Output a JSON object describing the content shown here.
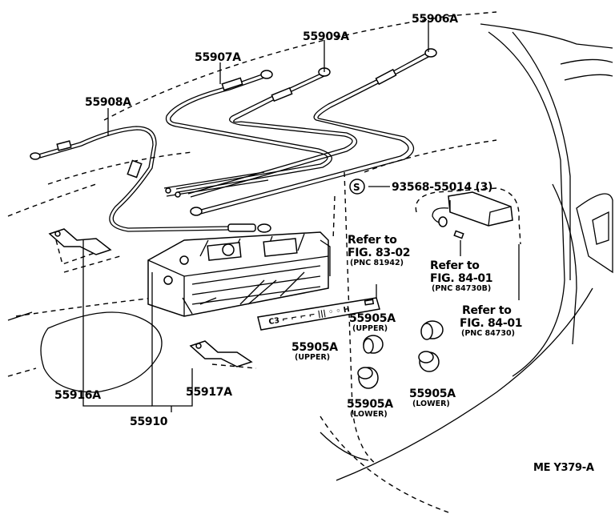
{
  "diagram": {
    "part_labels": {
      "p55906A": "55906A",
      "p55909A": "55909A",
      "p55907A": "55907A",
      "p55908A": "55908A",
      "p93568": "93568-55014 (3)",
      "p55916A": "55916A",
      "p55917A": "55917A",
      "p55910": "55910",
      "p55905A_upper_right": "55905A",
      "p55905A_upper_left": "55905A",
      "p55905A_lower_left": "55905A",
      "p55905A_lower_right": "55905A"
    },
    "qualifiers": {
      "upper_a": "(UPPER)",
      "upper_b": "(UPPER)",
      "lower_a": "(LOWER)",
      "lower_b": "(LOWER)"
    },
    "s_symbol": "S",
    "refs": {
      "r1_line1": "Refer to",
      "r1_line2": "FIG. 83-02",
      "r1_line3": "(PNC 81942)",
      "r2_line1": "Refer to",
      "r2_line2": "FIG. 84-01",
      "r2_line3": "(PNC 84730B)",
      "r3_line1": "Refer to",
      "r3_line2": "FIG. 84-01",
      "r3_line3": "(PNC 84730)"
    },
    "panel_marks": "C3  ⌐  ⌐  ⌐  ⌐  ||| ◦ ◦ H",
    "footer_code": "ME Y379-A"
  }
}
